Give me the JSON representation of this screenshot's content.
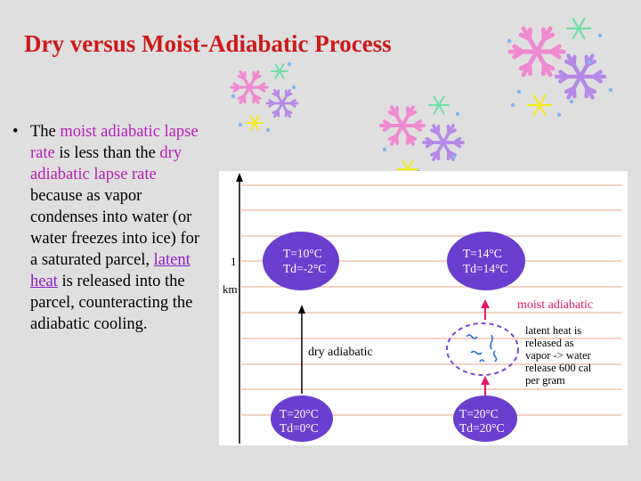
{
  "slide": {
    "title": "Dry versus Moist-Adiabatic Process",
    "bullet": {
      "marker": "•",
      "t1": "The ",
      "h1": "moist adiabatic lapse rate",
      "t2": " is less than the ",
      "h2": "dry adiabatic lapse rate",
      "t3": " because as vapor condenses into water (or water freezes into ice) for a saturated parcel, ",
      "link": "latent heat",
      "t4": " is released into the parcel, counteracting the adiabatic cooling."
    }
  },
  "diagram": {
    "axis_1": "1",
    "axis_km": "km",
    "dry": {
      "top_t": "T=10°C",
      "top_td": "Td=-2°C",
      "bottom_t": "T=20°C",
      "bottom_td": "Td=0°C",
      "label": "dry adiabatic"
    },
    "moist": {
      "top_t": "T=14°C",
      "top_td": "Td=14°C",
      "bottom_t": "T=20°C",
      "bottom_td": "Td=20°C",
      "label": "moist adiabatic",
      "note_1": "latent heat is",
      "note_2": "released as",
      "note_3": "vapor -> water",
      "note_4": "release 600 cal",
      "note_5": "per gram"
    }
  },
  "colors": {
    "title": "#cc1a1a",
    "highlight": "#b51eb5",
    "parcel": "#6a3fcf",
    "arrow_moist": "#e0196e"
  }
}
